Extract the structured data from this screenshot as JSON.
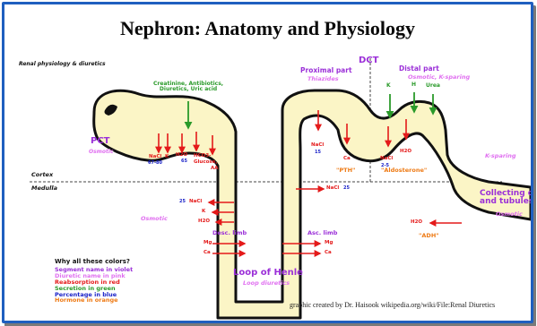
{
  "title": "Nephron:  Anatomy and Physiology",
  "labels": {
    "renal_physiology": "Renal physiology & diuretics",
    "secretion_list": [
      "Creatinine, Antibiotics,",
      "Diuretics, Uric acid"
    ],
    "proximal_part": "Proximal part",
    "thiazides": "Thiazides",
    "dct": "DCT",
    "distal_part": "Distal part",
    "osmotic_k_sparing": "Osmotic, K-sparing",
    "pct": "PCT",
    "pct_osmotic": "Osmotic",
    "cortex": "Cortex",
    "medulla": "Medulla",
    "k_sparing": "K-sparing",
    "collecting_ducts": [
      "Collecting du",
      "and tubules"
    ],
    "collecting_osmotic": "Osmotic",
    "left_osmotic": "Osmotic",
    "desc_limb": "Desc. limb",
    "asc_limb": "Asc. limb",
    "loop_of_henle": "Loop of Henle",
    "loop_diuretics": "Loop diuretics",
    "pth": "\"PTH\"",
    "aldosterone": "\"Aldosterone\"",
    "adh": "\"ADH\""
  },
  "ions": {
    "pct_nacl": "NaCl",
    "pct_nacl_pct": "67-80",
    "pct_k": "K",
    "pct_h2o": "H2O",
    "pct_h2o_pct": "65",
    "pct_hco3": "HCO3-",
    "pct_glucose": "Glucose,",
    "pct_aa": "AA",
    "prox_nacl": "NaCl",
    "prox_nacl_pct": "15",
    "prox_ca": "Ca",
    "distal_nacl": "NaCl",
    "distal_nacl_pct": "2-5",
    "distal_h2o": "H2O",
    "dct_k": "K",
    "dct_h": "H",
    "dct_urea": "Urea",
    "medulla_nacl": "NaCl",
    "medulla_nacl_pct": "25",
    "desc_nacl_pct": "25",
    "desc_nacl": "NaCl",
    "desc_k": "K",
    "desc_h2o": "H2O",
    "desc_mg": "Mg",
    "desc_ca": "Ca",
    "asc_mg": "Mg",
    "asc_ca": "Ca",
    "collect_h2o": "H2O"
  },
  "legend": {
    "heading": "Why all these colors?",
    "items": [
      {
        "text": "Segment name in violet",
        "color": "#9b30d8"
      },
      {
        "text": "Diuretic name in pink",
        "color": "#e070f0"
      },
      {
        "text": "Reabsorption in red",
        "color": "#e41a1a"
      },
      {
        "text": "Secretion in green",
        "color": "#2a9a2a"
      },
      {
        "text": "Percentage in blue",
        "color": "#1a22c8"
      },
      {
        "text": "Hormone in orange",
        "color": "#ee7a14"
      }
    ]
  },
  "credit": "graphic created by Dr. Haisook  wikipedia.org/wiki/File:Renal Diuretics",
  "colors": {
    "tubule_fill": "#fbf5c6",
    "tubule_stroke": "#111111",
    "frame": "#1f5fbf",
    "reabsorption": "#e41a1a",
    "secretion": "#2a9a2a"
  }
}
